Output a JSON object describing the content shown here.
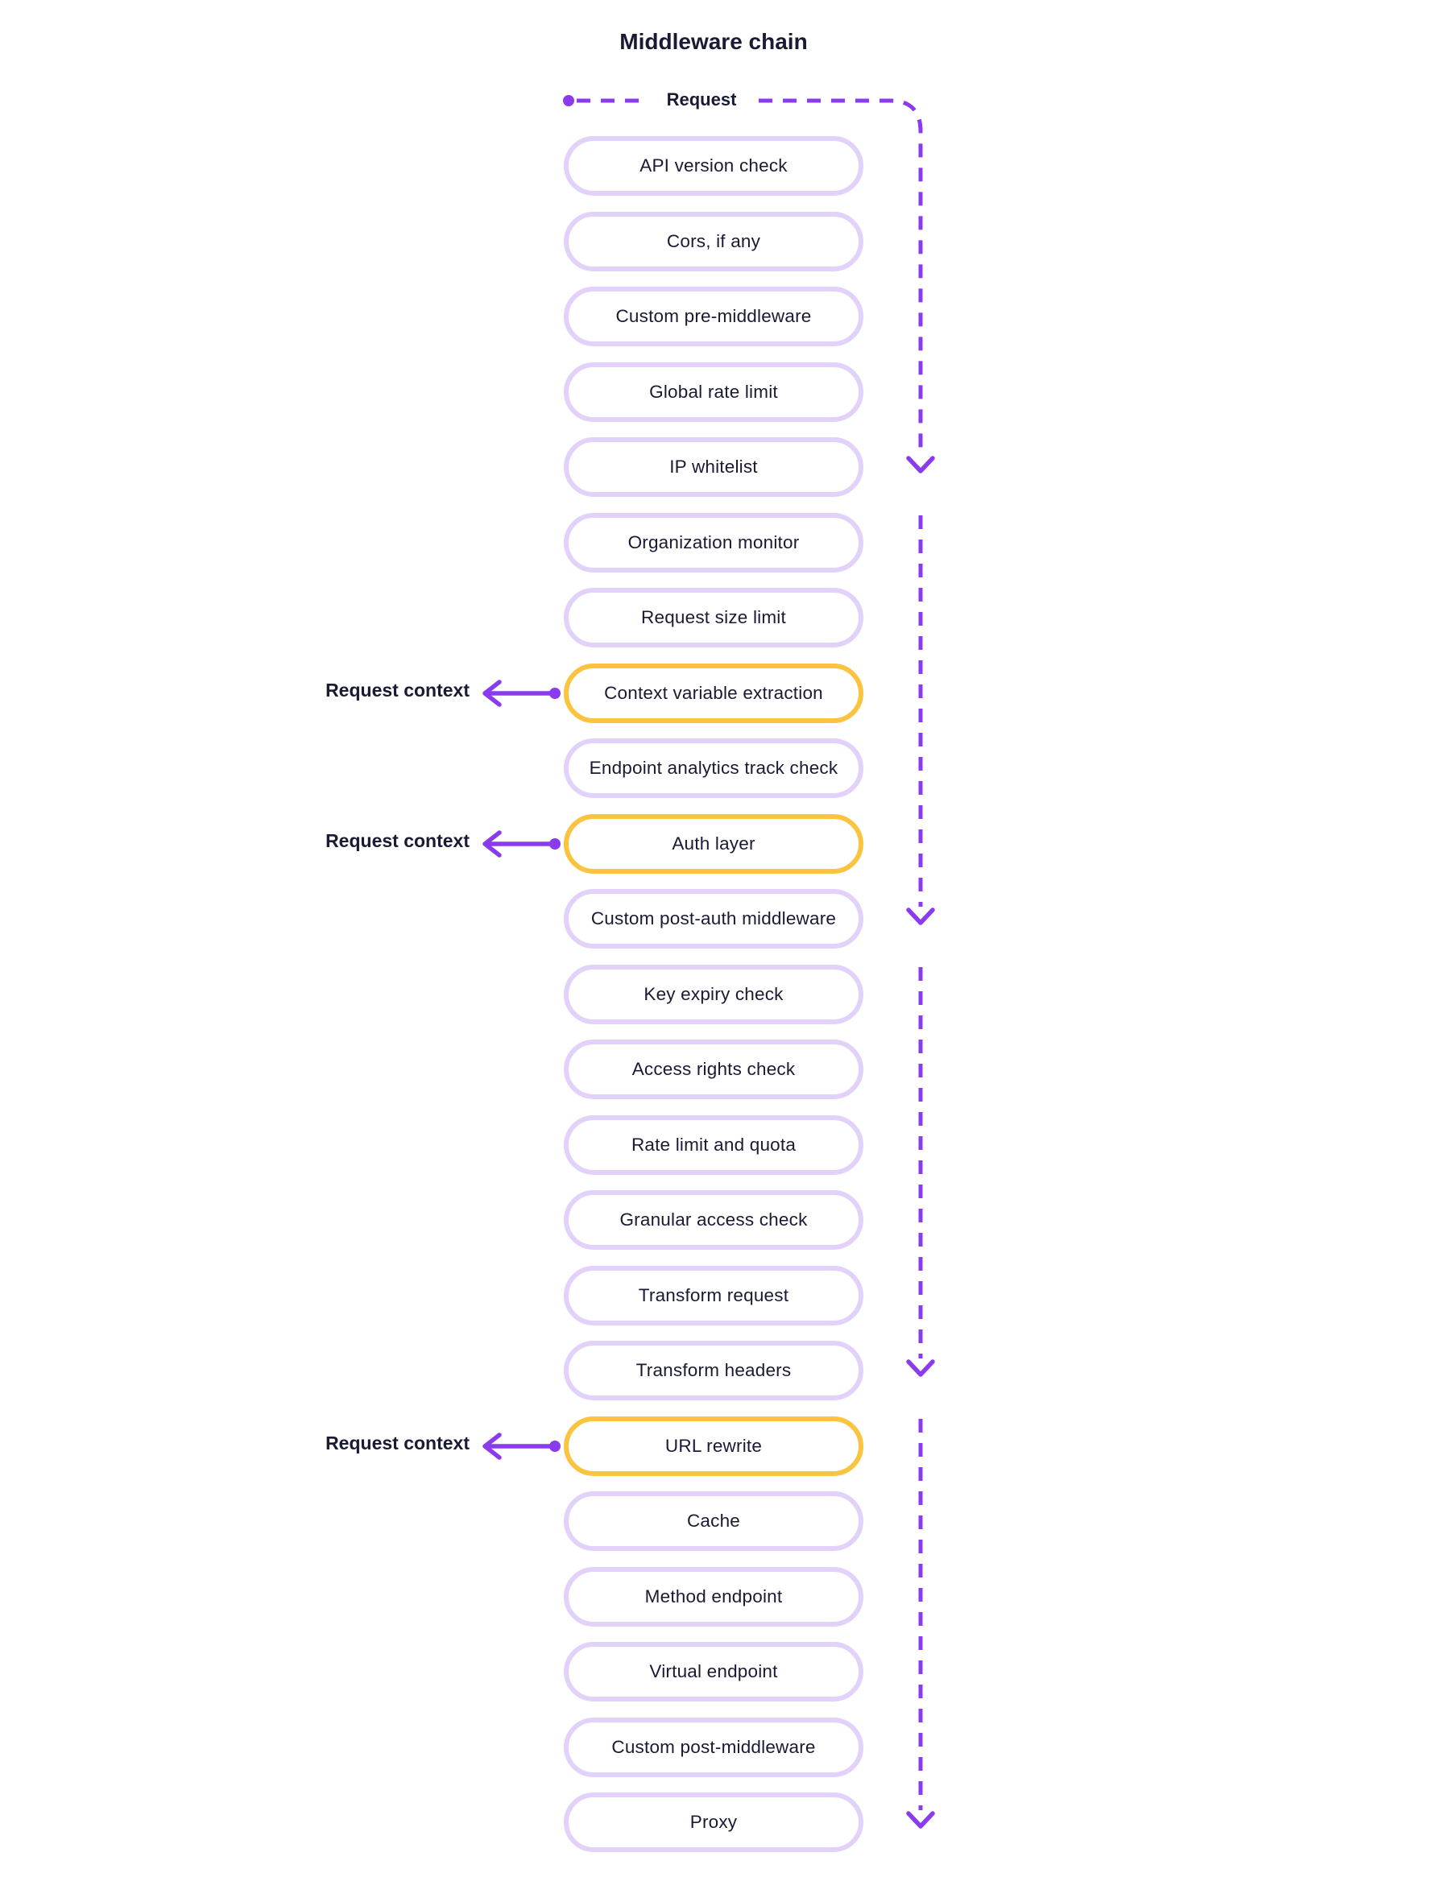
{
  "title": "Middleware chain",
  "flow": {
    "start_label": "Request",
    "context_label": "Request context"
  },
  "colors": {
    "accent_purple": "#8A3BEE",
    "pill_border": "#E2D1F9",
    "highlight_border": "#FBC440",
    "text_dark": "#191A33",
    "background": "#FFFFFF"
  },
  "middlewares": [
    {
      "label": "API version check",
      "highlighted": false,
      "flow_arrow": false
    },
    {
      "label": "Cors, if any",
      "highlighted": false,
      "flow_arrow": false
    },
    {
      "label": "Custom pre-middleware",
      "highlighted": false,
      "flow_arrow": false
    },
    {
      "label": "Global rate limit",
      "highlighted": false,
      "flow_arrow": false
    },
    {
      "label": "IP whitelist",
      "highlighted": false,
      "flow_arrow": true
    },
    {
      "label": "Organization monitor",
      "highlighted": false,
      "flow_arrow": false
    },
    {
      "label": "Request size limit",
      "highlighted": false,
      "flow_arrow": false
    },
    {
      "label": "Context variable extraction",
      "highlighted": true,
      "flow_arrow": false
    },
    {
      "label": "Endpoint analytics track check",
      "highlighted": false,
      "flow_arrow": false
    },
    {
      "label": "Auth layer",
      "highlighted": true,
      "flow_arrow": false
    },
    {
      "label": "Custom post-auth middleware",
      "highlighted": false,
      "flow_arrow": true
    },
    {
      "label": "Key expiry check",
      "highlighted": false,
      "flow_arrow": false
    },
    {
      "label": "Access rights check",
      "highlighted": false,
      "flow_arrow": false
    },
    {
      "label": "Rate limit and quota",
      "highlighted": false,
      "flow_arrow": false
    },
    {
      "label": "Granular access check",
      "highlighted": false,
      "flow_arrow": false
    },
    {
      "label": "Transform request",
      "highlighted": false,
      "flow_arrow": false
    },
    {
      "label": "Transform headers",
      "highlighted": false,
      "flow_arrow": true
    },
    {
      "label": "URL rewrite",
      "highlighted": true,
      "flow_arrow": false
    },
    {
      "label": "Cache",
      "highlighted": false,
      "flow_arrow": false
    },
    {
      "label": "Method endpoint",
      "highlighted": false,
      "flow_arrow": false
    },
    {
      "label": "Virtual endpoint",
      "highlighted": false,
      "flow_arrow": false
    },
    {
      "label": "Custom post-middleware",
      "highlighted": false,
      "flow_arrow": false
    },
    {
      "label": "Proxy",
      "highlighted": false,
      "flow_arrow": true
    }
  ]
}
